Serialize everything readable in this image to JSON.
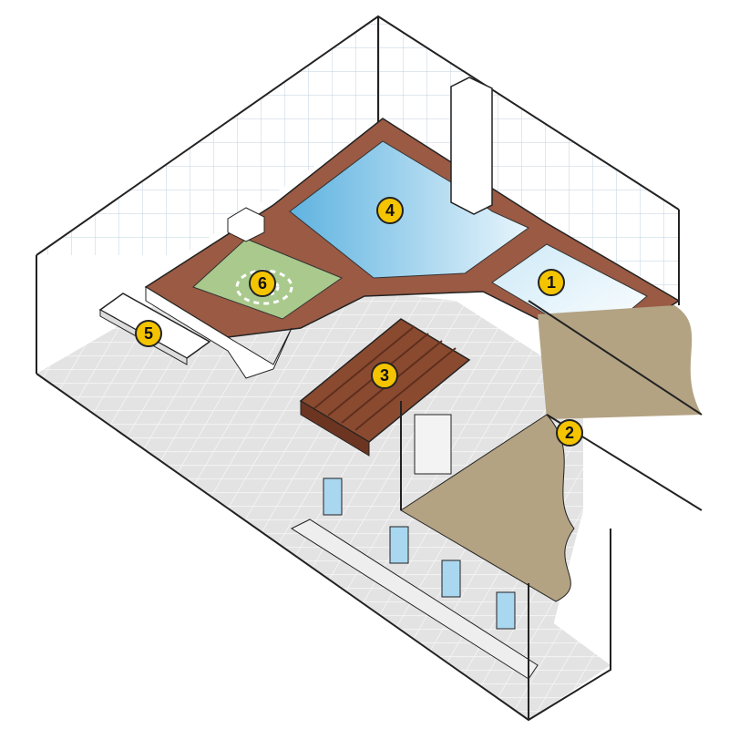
{
  "markers": [
    {
      "label": "1",
      "name": "small-bath-pool"
    },
    {
      "label": "2",
      "name": "changing-room"
    },
    {
      "label": "3",
      "name": "wooden-slatted-platform"
    },
    {
      "label": "4",
      "name": "main-bath-pool"
    },
    {
      "label": "5",
      "name": "bench"
    },
    {
      "label": "6",
      "name": "herbal-bath-pool"
    }
  ],
  "colors": {
    "marker": "#f5c400",
    "floor": "#e3e3e3",
    "pool_water": "#a9d7ef",
    "pool_rim": "#9a5a43",
    "herbal_water": "#a9c98d",
    "changing_room": "#b3a383",
    "wood": "#8a4a30"
  }
}
